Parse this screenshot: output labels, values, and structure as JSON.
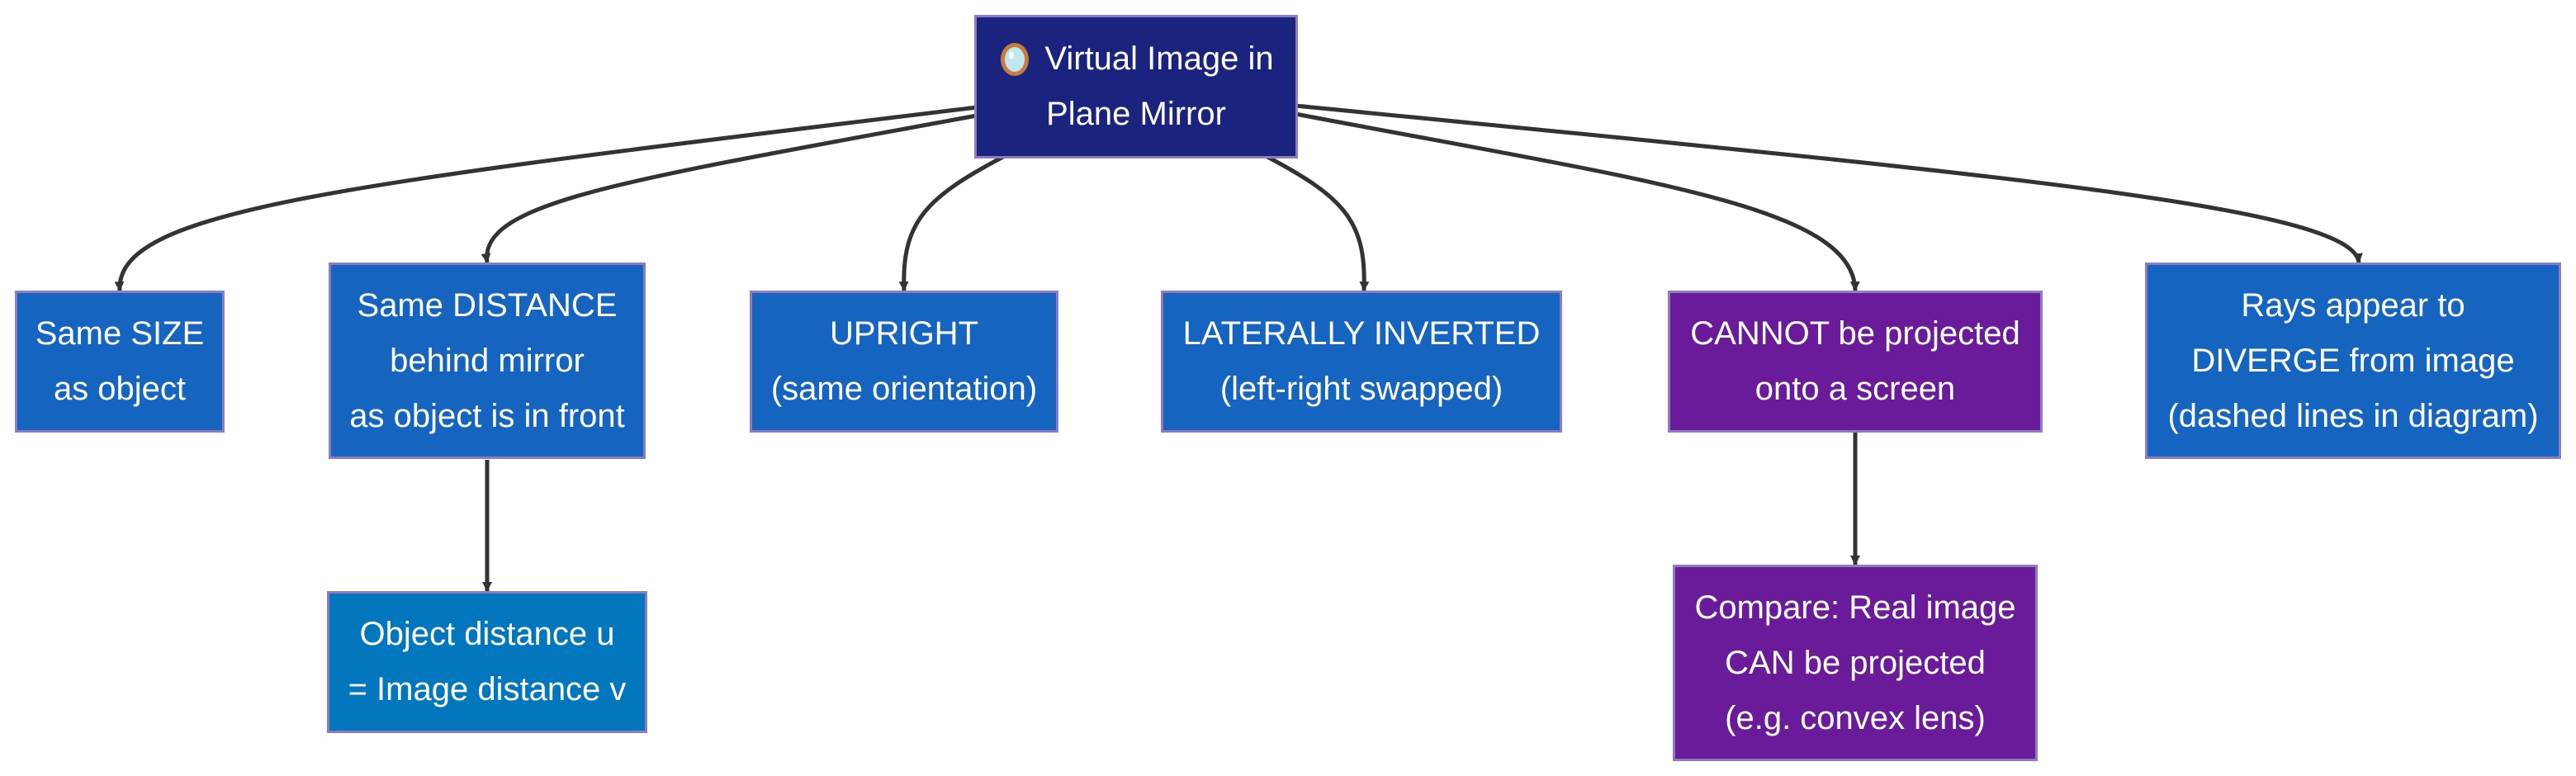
{
  "root": {
    "lines": [
      "Virtual Image in",
      "Plane Mirror"
    ],
    "icon": "mirror-icon",
    "color": "#1a237e"
  },
  "properties": [
    {
      "id": "size",
      "lines": [
        "Same SIZE",
        "as object"
      ],
      "color": "#1565c0"
    },
    {
      "id": "distance",
      "lines": [
        "Same DISTANCE",
        "behind mirror",
        "as object is in front"
      ],
      "color": "#1565c0"
    },
    {
      "id": "upright",
      "lines": [
        "UPRIGHT",
        "(same orientation)"
      ],
      "color": "#1565c0"
    },
    {
      "id": "inverted",
      "lines": [
        "LATERALLY INVERTED",
        "(left-right swapped)"
      ],
      "color": "#1565c0"
    },
    {
      "id": "projection",
      "lines": [
        "CANNOT be projected",
        "onto a screen"
      ],
      "color": "#6a1b9a"
    },
    {
      "id": "rays",
      "lines": [
        "Rays appear to",
        "DIVERGE from image",
        "(dashed lines in diagram)"
      ],
      "color": "#1565c0"
    }
  ],
  "children": [
    {
      "id": "equation",
      "parent": "distance",
      "lines": [
        "Object distance u",
        "= Image distance v"
      ],
      "color": "#0277bd"
    },
    {
      "id": "compare",
      "parent": "projection",
      "lines": [
        "Compare: Real image",
        "CAN be projected",
        "(e.g. convex lens)"
      ],
      "color": "#6a1b9a"
    }
  ],
  "edge_color": "#333333"
}
